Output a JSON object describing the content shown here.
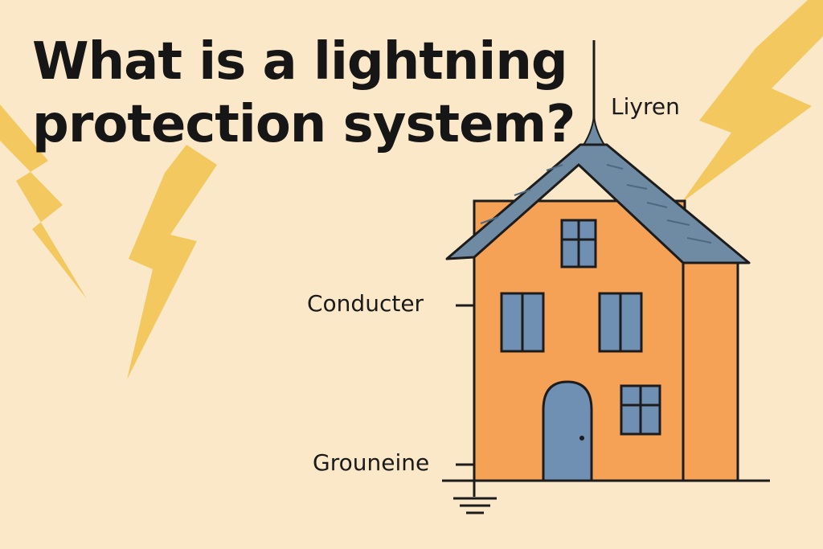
{
  "title": {
    "line1": "What is a lightning",
    "line2": "protection system?"
  },
  "labels": {
    "rod": "Liyren",
    "conductor": "Conducter",
    "ground": "Grouneine"
  },
  "colors": {
    "background": "#fbe8c9",
    "lightning": "#f3c85e",
    "house_wall": "#f5a257",
    "roof": "#6f8aa3",
    "window": "#6f8fb3",
    "door": "#6f8fb3",
    "outline": "#1c1c1c"
  },
  "icons": {
    "bolts": [
      "lightning-bolt-icon",
      "lightning-bolt-icon",
      "lightning-bolt-icon"
    ],
    "ground": "ground-symbol-icon"
  }
}
